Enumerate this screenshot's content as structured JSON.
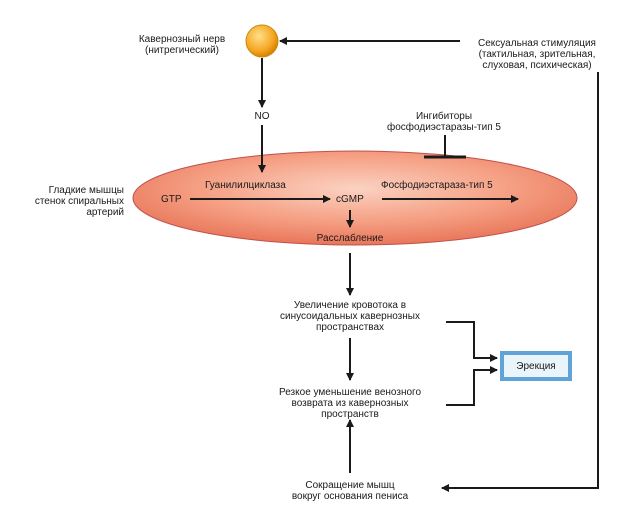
{
  "nodes": {
    "cavernous_nerve": "Кавернозный нерв\n(нитрегический)",
    "sexual_stimulation": "Сексуальная стимуляция\n(тактильная, зрительная,\nслуховая, психическая)",
    "no": "NO",
    "pde5_inhibitors": "Ингибиторы\nфосфодиэстаразы-тип 5",
    "smooth_muscle": "Гладкие мышцы\nстенок спиральных\nартерий",
    "gtp": "GTP",
    "guanylyl_cyclase": "Гуанилилциклаза",
    "cgmp": "cGMP",
    "pde5": "Фосфодиэстараза-тип 5",
    "relaxation": "Расслабление",
    "blood_flow": "Увеличение кровотока в\nсинусоидальных кавернозных\nпространствах",
    "venous_return": "Резкое уменьшение венозного\nвозврата  из кавернозных\nпространств",
    "muscle_contraction": "Сокращение мышц\nвокруг основания пениса",
    "erection": "Эрекция"
  },
  "colors": {
    "ellipse_fill": "#f4a080",
    "ellipse_stroke": "#c0504d",
    "nerve_ball": "#f5a623",
    "erection_border": "#5fa3d8",
    "line": "#1a1a1a"
  }
}
